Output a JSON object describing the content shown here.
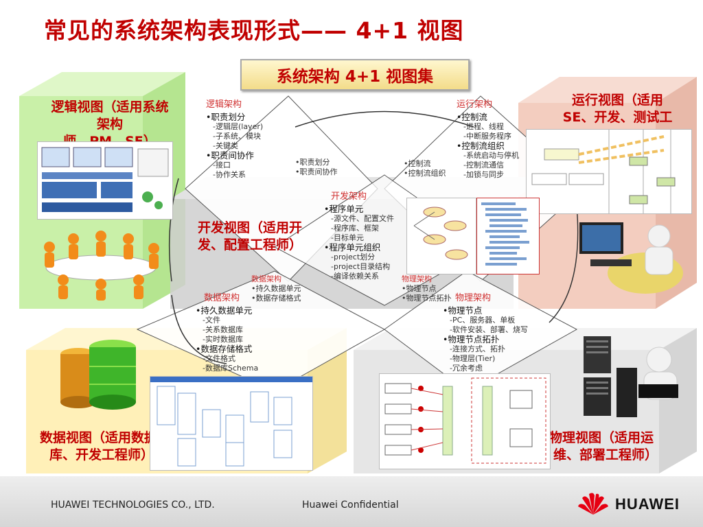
{
  "title": "常见的系统架构表现形式—— 4+1 视图",
  "subtitle": "系统架构 4+1 视图集",
  "views": {
    "logical": "逻辑视图（适用系统架构师、PM、SE）",
    "process": "运行视图（适用SE、开发、测试工",
    "development": "开发视图（适用开发、配置工程师）",
    "data": "数据视图（适用数据库、开发工程师）",
    "physical": "物理视图（适用运维、部署工程师）"
  },
  "logical_line1": "逻辑视图（适用系统",
  "logical_line2": "架构",
  "logical_line3": "师、PM、SE）",
  "process_line1": "运行视图（适用",
  "process_line2": "SE、开发、测试工",
  "dev_line1": "开发视图（适用开",
  "dev_line2": "发、配置工程师）",
  "data_line1": "数据视图（适用数据",
  "data_line2": "库、开发工程师）",
  "phys_line1": "物理视图（适用运",
  "phys_line2": "维、部署工程师）",
  "logical_arch": {
    "head": "逻辑架构",
    "items": [
      "•职责划分",
      "-逻辑层(layer)",
      "-子系统、模块",
      "-关键类",
      "•职责间协作",
      "-接口",
      "-协作关系"
    ]
  },
  "process_arch": {
    "head": "运行架构",
    "items": [
      "•控制流",
      "-进程、线程",
      "-中断服务程序",
      "•控制流组织",
      "-系统启动与停机",
      "-控制流通信",
      "-加锁与同步"
    ]
  },
  "dev_arch": {
    "head": "开发架构",
    "items": [
      "•程序单元",
      "-源文件、配置文件",
      "-程序库、框架",
      "-目标单元",
      "•程序单元组织",
      "-project划分",
      "-project目录结构",
      "-编译依赖关系"
    ]
  },
  "data_arch": {
    "head": "数据架构",
    "items": [
      "•持久数据单元",
      "-文件",
      "-关系数据库",
      "-实时数据库",
      "•数据存储格式",
      "-文件格式",
      "-数据库Schema"
    ]
  },
  "phys_arch": {
    "head": "物理架构",
    "items": [
      "•物理节点",
      "-PC、服务器、单板",
      "-软件安装、部署、烧写",
      "•物理节点拓扑",
      "-连接方式、拓扑",
      "-物理层(Tier)",
      "-冗余考虑"
    ]
  },
  "partial": {
    "data_head_small": "数据架构",
    "data_small_1": "•持久数据单元",
    "data_small_2": "•数据存储格式",
    "phys_head_small": "物理架构",
    "phys_small_1": "•物理节点",
    "phys_small_2": "•物理节点拓扑",
    "logic_small_1": "•职责划分",
    "logic_small_2": "•职责间协作",
    "proc_small_1": "•控制流",
    "proc_small_2": "•控制流组织"
  },
  "footer": {
    "company": "HUAWEI TECHNOLOGIES CO., LTD.",
    "confidential": "Huawei Confidential",
    "logo": "HUAWEI"
  },
  "colors": {
    "title": "#c00000",
    "logical_cube": "#c9f0a8",
    "process_cube": "#f3cdbf",
    "data_cube": "#fff0b8",
    "physical_cube": "#e6e6e6",
    "dev_cube": "#cfcfcf",
    "diamond_head": "#d03030"
  }
}
